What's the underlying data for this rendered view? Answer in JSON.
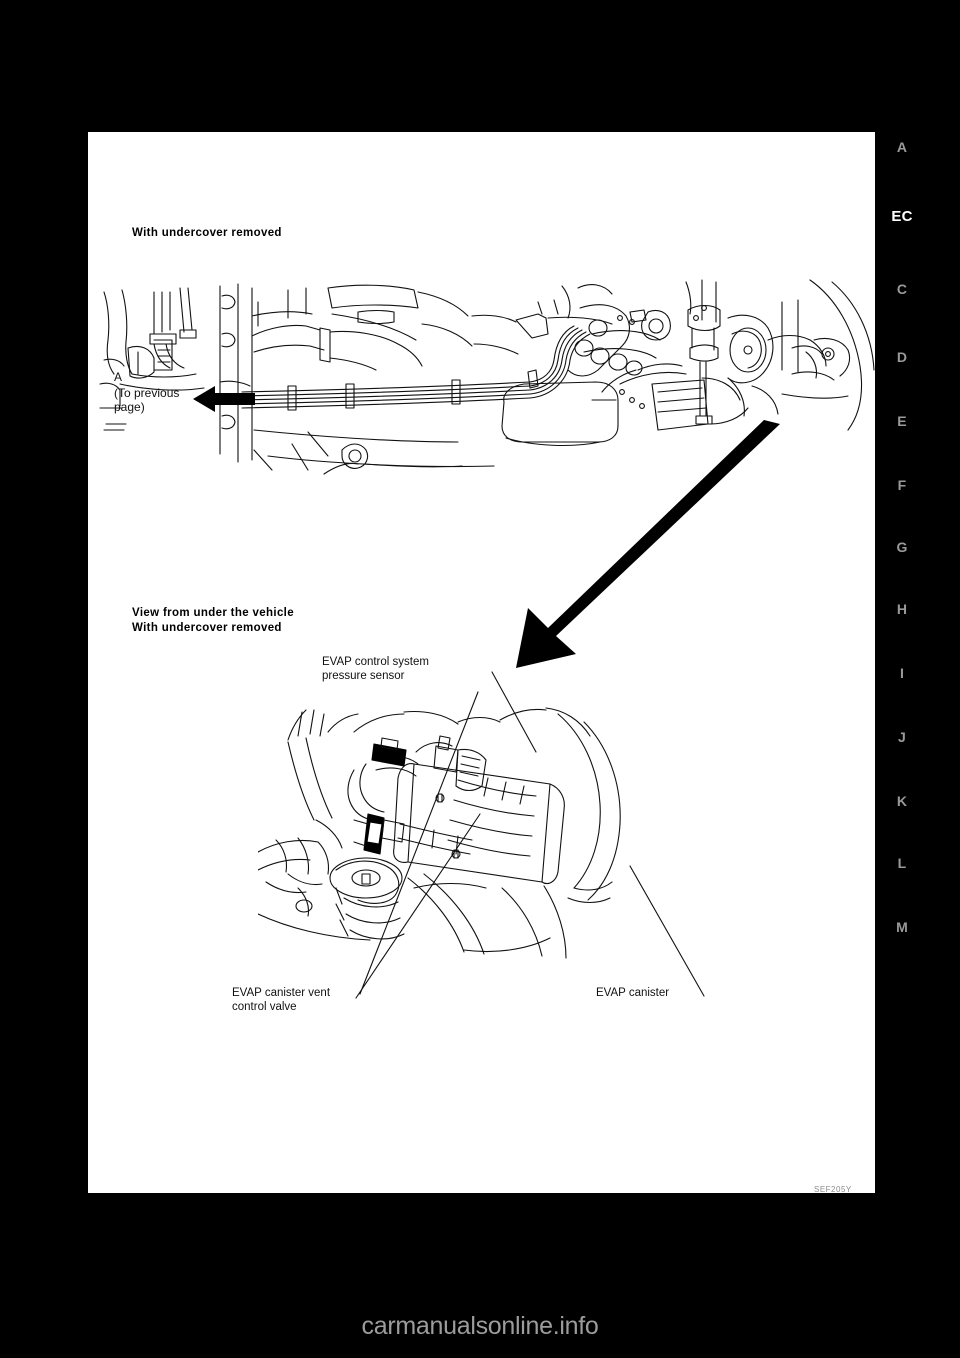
{
  "page": {
    "background_color": "#000000",
    "sheet_color": "#ffffff",
    "figure_code": "SEF205Y"
  },
  "section_tabs": {
    "items": [
      {
        "label": "A",
        "active": false
      },
      {
        "label": "EC",
        "active": true
      },
      {
        "label": "C",
        "active": false
      },
      {
        "label": "D",
        "active": false
      },
      {
        "label": "E",
        "active": false
      },
      {
        "label": "F",
        "active": false
      },
      {
        "label": "G",
        "active": false
      },
      {
        "label": "H",
        "active": false
      },
      {
        "label": "I",
        "active": false
      },
      {
        "label": "J",
        "active": false
      },
      {
        "label": "K",
        "active": false
      },
      {
        "label": "L",
        "active": false
      },
      {
        "label": "M",
        "active": false
      }
    ],
    "active_color": "#ffffff",
    "inactive_color": "#9a9a9a"
  },
  "figure_top": {
    "heading": "With undercover removed",
    "callout_a_letter": "A",
    "callout_a_reference": "(To previous\npage)"
  },
  "figure_bottom": {
    "heading": "View from under the vehicle\nWith undercover removed",
    "label_pressure_sensor": "EVAP control system\npressure sensor",
    "label_vent_control_valve": "EVAP canister vent\ncontrol valve",
    "label_canister": "EVAP canister"
  },
  "watermark": {
    "text": "carmanualsonline.info",
    "color": "#9c9c9c"
  }
}
